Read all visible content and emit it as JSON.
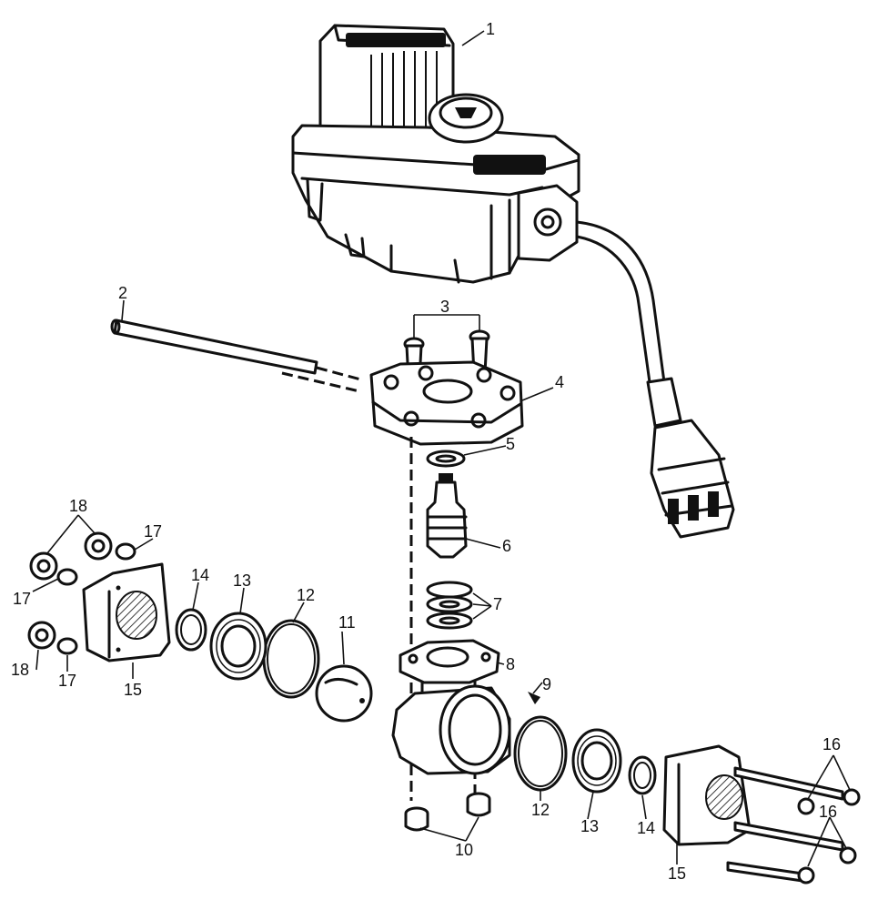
{
  "callouts": {
    "c1": "1",
    "c2": "2",
    "c3": "3",
    "c4": "4",
    "c5": "5",
    "c6": "6",
    "c7": "7",
    "c8": "8",
    "c9": "9",
    "c10": "10",
    "c11": "11",
    "c12a": "12",
    "c12b": "12",
    "c13a": "13",
    "c13b": "13",
    "c14a": "14",
    "c14b": "14",
    "c15a": "15",
    "c15b": "15",
    "c16a": "16",
    "c16b": "16",
    "c17a": "17",
    "c17b": "17",
    "c17c": "17",
    "c18a": "18",
    "c18b": "18"
  }
}
